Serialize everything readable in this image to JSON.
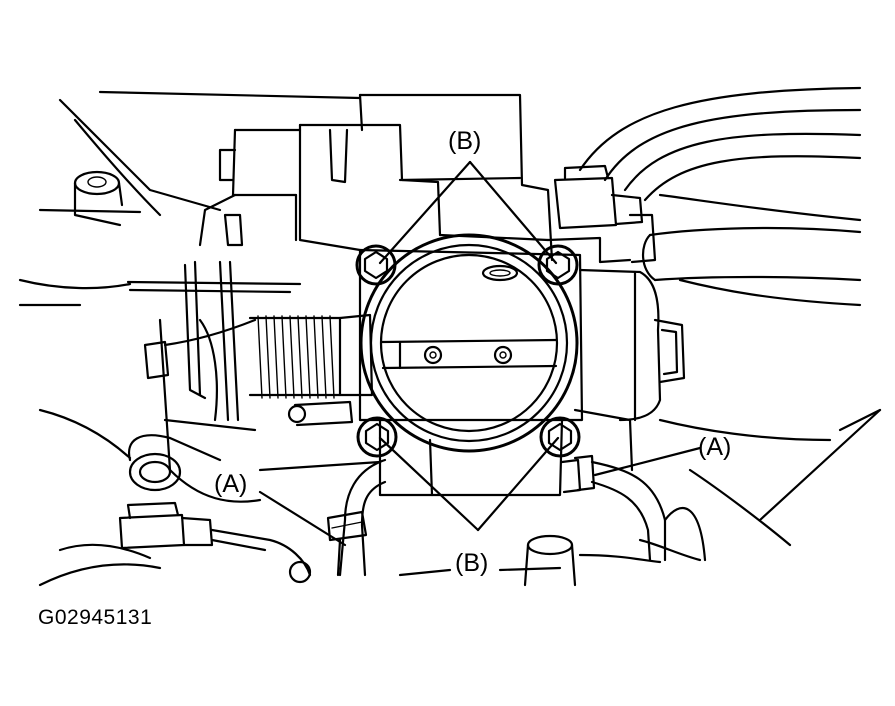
{
  "callouts": {
    "b_top": "(B)",
    "b_bottom": "(B)",
    "a_left": "(A)",
    "a_right": "(A)"
  },
  "figure_id": "G02945131"
}
